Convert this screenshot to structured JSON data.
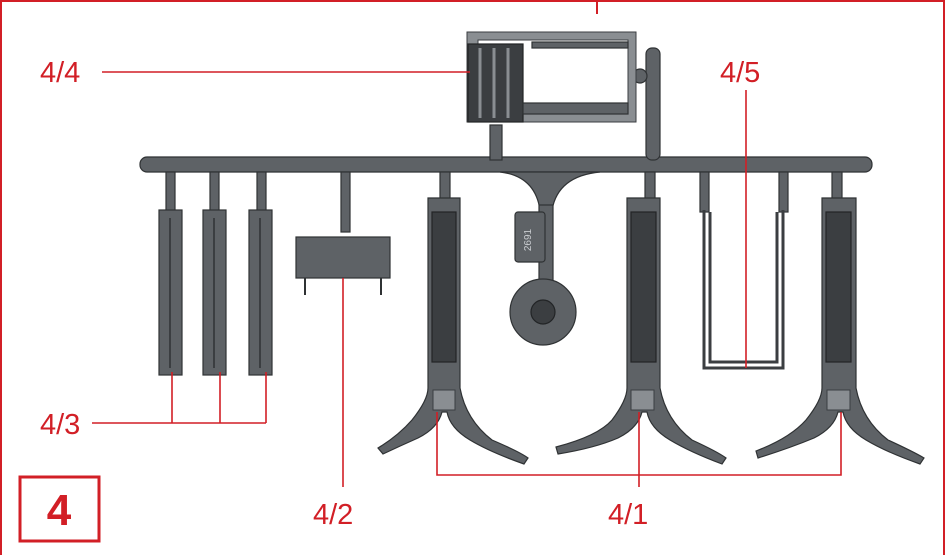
{
  "step_number": "4",
  "parts": {
    "part_4_4": "4/4",
    "part_4_5": "4/5",
    "part_4_3": "4/3",
    "part_4_2": "4/2",
    "part_4_1": "4/1"
  },
  "sprue_marking": "2691",
  "colors": {
    "accent": "#d21f26",
    "plastic": "#5e6266",
    "plastic_dark": "#3b3e41"
  }
}
